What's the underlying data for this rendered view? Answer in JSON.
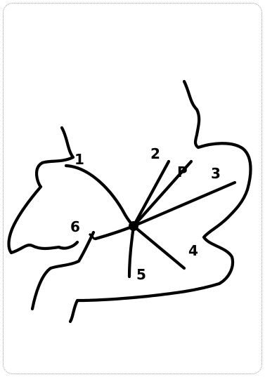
{
  "labels": {
    "line1": "1",
    "line2": "2",
    "line3": "3",
    "line4": "4",
    "line5": "5",
    "line6": "6",
    "point_p": "P"
  }
}
